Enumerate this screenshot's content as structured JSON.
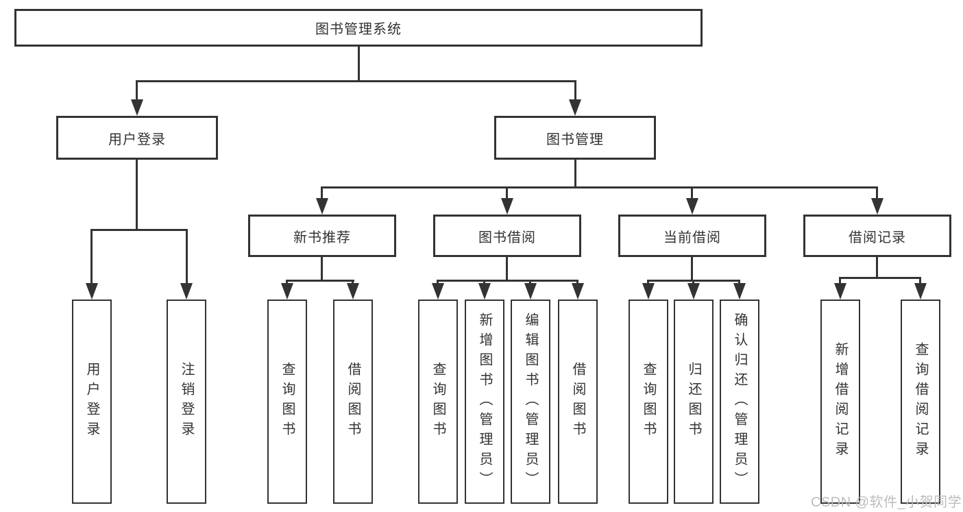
{
  "tree": {
    "root": {
      "label": "图书管理系统",
      "children": [
        {
          "label": "用户登录",
          "children": [
            {
              "label": "用户登录"
            },
            {
              "label": "注销登录"
            }
          ]
        },
        {
          "label": "图书管理",
          "children": [
            {
              "label": "新书推荐",
              "children": [
                {
                  "label": "查询图书"
                },
                {
                  "label": "借阅图书"
                }
              ]
            },
            {
              "label": "图书借阅",
              "children": [
                {
                  "label": "查询图书"
                },
                {
                  "label": "新增图书（管理员）"
                },
                {
                  "label": "编辑图书（管理员）"
                },
                {
                  "label": "借阅图书"
                }
              ]
            },
            {
              "label": "当前借阅",
              "children": [
                {
                  "label": "查询图书"
                },
                {
                  "label": "归还图书"
                },
                {
                  "label": "确认归还（管理员）"
                }
              ]
            },
            {
              "label": "借阅记录",
              "children": [
                {
                  "label": "新增借阅记录"
                },
                {
                  "label": "查询借阅记录"
                }
              ]
            }
          ]
        }
      ]
    }
  },
  "watermark": "CSDN @软件_小贺同学",
  "colors": {
    "stroke": "#333333",
    "text": "#333333",
    "box_fill": "#ffffff",
    "watermark": "#b9b9b9",
    "background": "#ffffff"
  }
}
